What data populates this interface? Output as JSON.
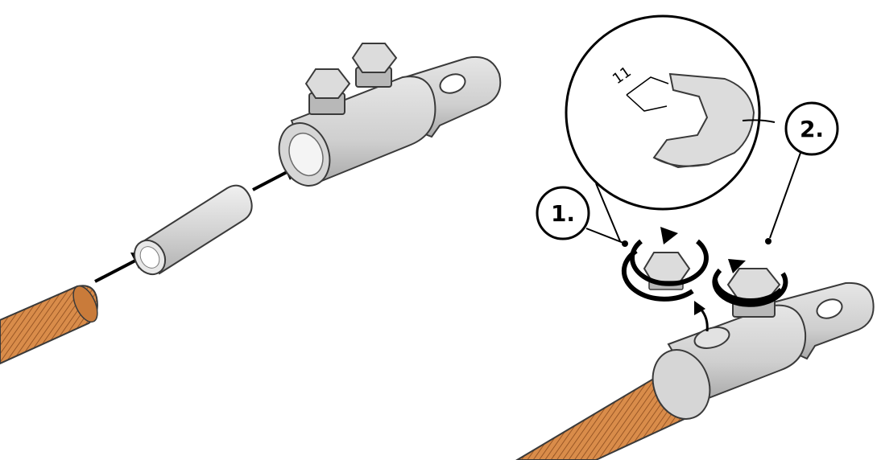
{
  "steps": [
    {
      "label": "1."
    },
    {
      "label": "2."
    }
  ],
  "wrench": {
    "size_label": "11"
  },
  "colors": {
    "copper": "#d98c4a",
    "copper_dark": "#8a4a1c",
    "metal": "#d0d0d0",
    "metal_dark": "#a8a8a8",
    "outline": "#3a3a3a",
    "arrow": "#000000"
  }
}
